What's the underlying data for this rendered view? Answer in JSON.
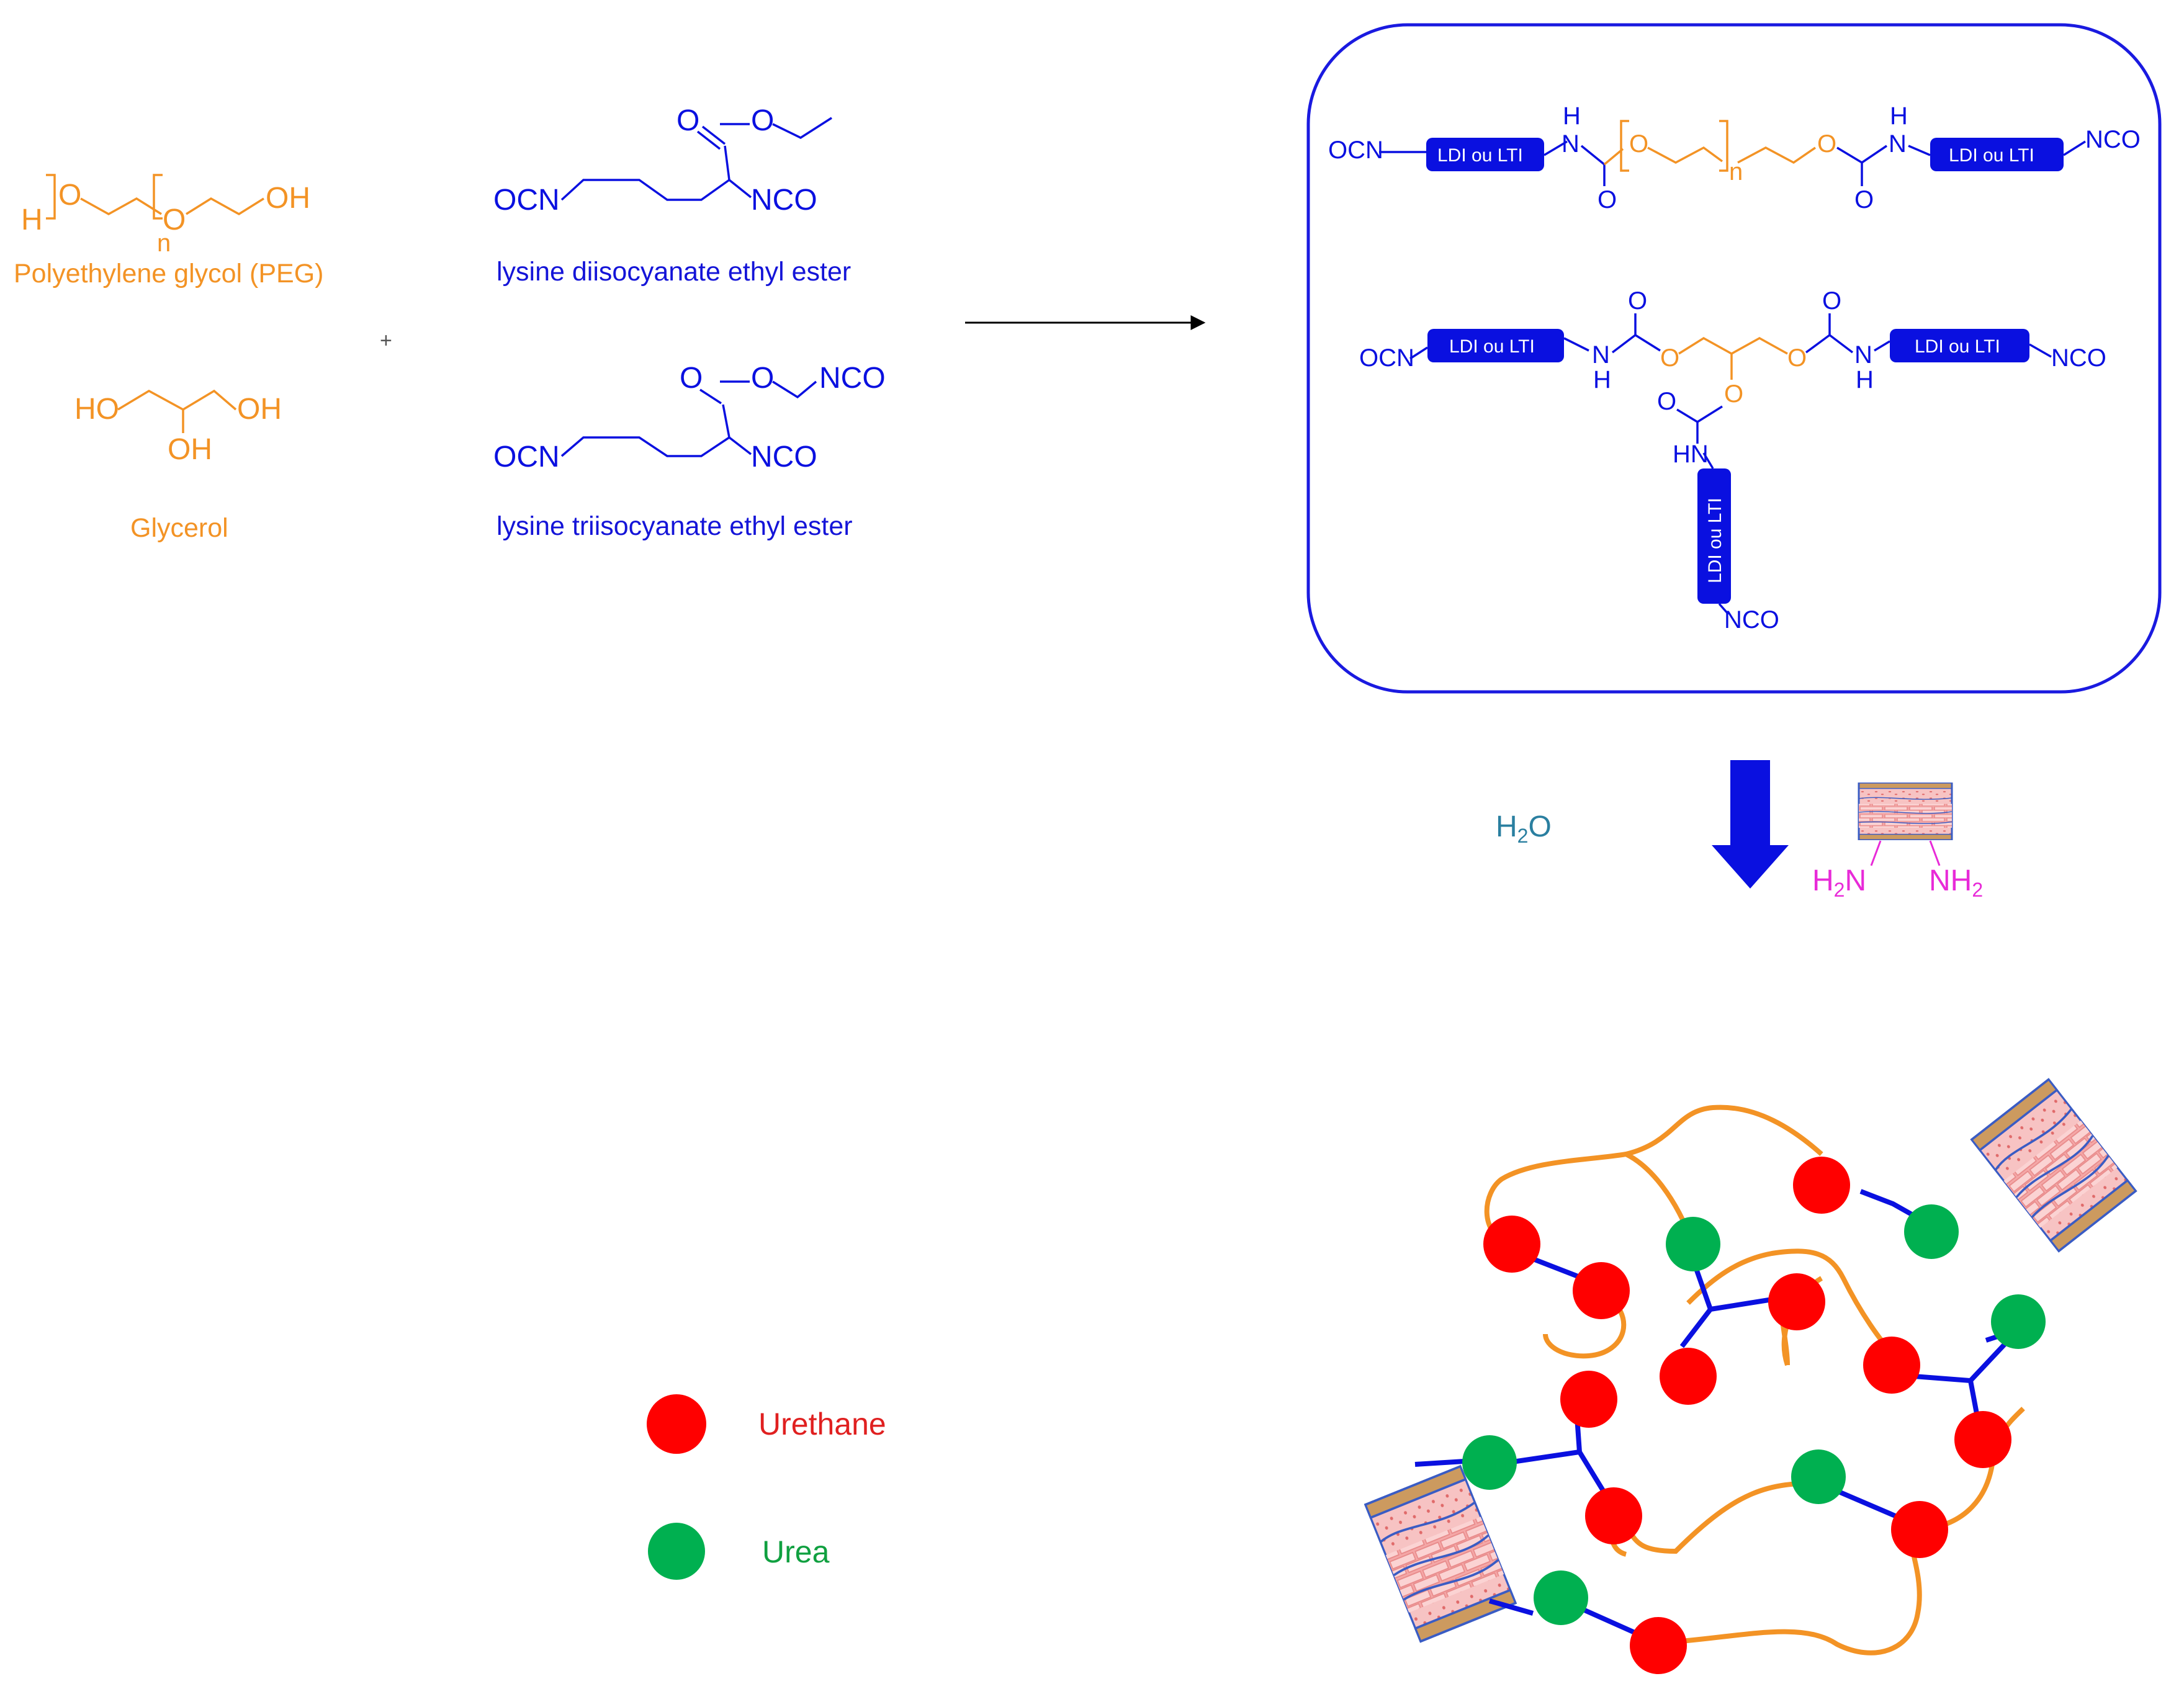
{
  "reactants": {
    "peg": {
      "name": "Polyethylene glycol (PEG)",
      "atom_h": "H",
      "atom_o": "O",
      "atom_oh": "OH",
      "atom_n": "n"
    },
    "glycerol": {
      "name": "Glycerol",
      "atom_ho": "HO",
      "atom_oh": "OH"
    },
    "plus": "+",
    "ldi": {
      "name": "lysine diisocyanate ethyl ester",
      "atom_o": "O",
      "atom_nco": "NCO",
      "atom_ocn": "OCN"
    },
    "lti": {
      "name": "lysine triisocyanate ethyl ester",
      "atom_o": "O",
      "atom_nco": "NCO",
      "atom_ocn": "OCN"
    }
  },
  "prepolymer": {
    "block_label": "LDI ou LTI",
    "atom_ocn": "OCN",
    "atom_nco": "NCO",
    "atom_h": "H",
    "atom_n": "N",
    "atom_o": "O",
    "atom_hn": "HN",
    "atom_n_sub": "n"
  },
  "reaction": {
    "reagent": "H2O",
    "reagent_main": "H",
    "reagent_sub": "2",
    "reagent_tail": "O",
    "amine_left_main": "H",
    "amine_left_sub": "2",
    "amine_left_tail": "N",
    "amine_right_main": "NH",
    "amine_right_sub": "2"
  },
  "legend": {
    "urethane": {
      "label": "Urethane",
      "color": "#ff0000"
    },
    "urea": {
      "label": "Urea",
      "color": "#00b050"
    }
  },
  "colors": {
    "peg_orange": "#f39325",
    "isocyanate_blue": "#0a10e0",
    "water_teal": "#2a7fa0",
    "amine_magenta": "#e82ad8",
    "tissue_pink": "#f7b7b7"
  }
}
